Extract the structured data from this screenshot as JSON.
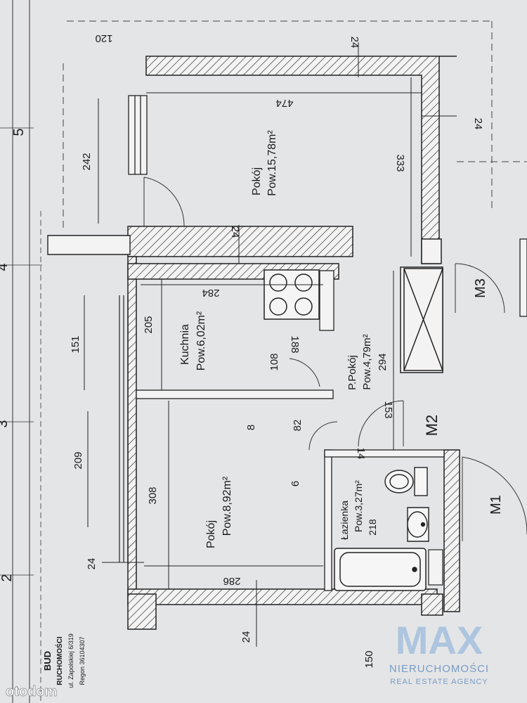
{
  "rooms": {
    "living_big": {
      "name": "Pokój",
      "area": "Pow.15,78m²"
    },
    "kitchen": {
      "name": "Kuchnia",
      "area": "Pow.6,02m²"
    },
    "small_room": {
      "name": "P.Pokój",
      "area": "Pow.4,79m²",
      "width": "294"
    },
    "room": {
      "name": "Pokój",
      "area": "Pow.8,92m²"
    },
    "bathroom": {
      "name": "Łazienka",
      "area": "Pow.3,27m²",
      "width": "218"
    }
  },
  "dimensions": {
    "d120": "120",
    "d242": "242",
    "d24_top": "24",
    "d474": "474",
    "d24_right": "24",
    "d333": "333",
    "d24_mid": "24",
    "d284": "284",
    "d205": "205",
    "d151": "151",
    "d188": "188",
    "d108": "108",
    "d153": "153",
    "d8": "8",
    "d82": "82",
    "d14": "14",
    "d6": "6",
    "d209": "209",
    "d308": "308",
    "d24_left": "24",
    "d286": "286",
    "d24_bottom": "24",
    "d150": "150"
  },
  "doors": {
    "m1": "M1",
    "m2": "M2",
    "m3": "M3"
  },
  "grid_axis": {
    "a2": "2",
    "a3": "3",
    "a4": "4",
    "a5": "5"
  },
  "stamp": {
    "line1": "BUD",
    "line2": "RUCHOMOŚCI",
    "line3": "ul. Zapolskiej 6/319",
    "line4": "Regon 36104307"
  },
  "watermark": {
    "logo_text": "MAX",
    "line1": "NIERUCHOMOŚCI",
    "line2": "REAL ESTATE AGENCY",
    "brand": "otodom",
    "colors": {
      "max": "#8fb4d8",
      "agency": "#7a9cc4"
    }
  }
}
